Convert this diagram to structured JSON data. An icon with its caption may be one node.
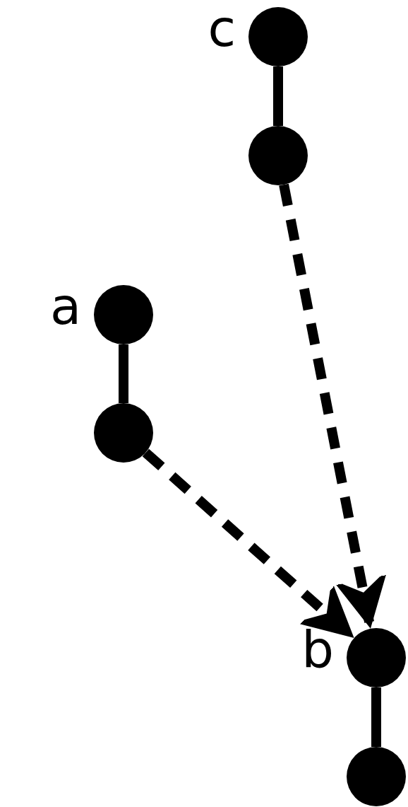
{
  "diagram": {
    "nodes": [
      {
        "text": [],
        "shape": "circle",
        "beside": [
          "c"
        ]
      },
      {
        "text": [],
        "shape": "circle"
      },
      {
        "text": [],
        "shape": "circle",
        "beside": [
          "a"
        ]
      },
      {
        "text": [],
        "shape": "circle"
      },
      {
        "text": [],
        "shape": "circle",
        "beside": [
          "b"
        ]
      },
      {
        "text": [],
        "shape": "circle"
      }
    ],
    "edges": [
      {
        "from": 0,
        "to": 1,
        "arrow": "none"
      },
      {
        "from": 2,
        "to": 3,
        "arrow": "none"
      },
      {
        "from": 4,
        "to": 5,
        "arrow": "none"
      },
      {
        "from": 1,
        "to": 4,
        "arrow": "to",
        "style": "dashed"
      },
      {
        "from": 3,
        "to": 4,
        "arrow": "to",
        "style": "dashed"
      }
    ]
  }
}
